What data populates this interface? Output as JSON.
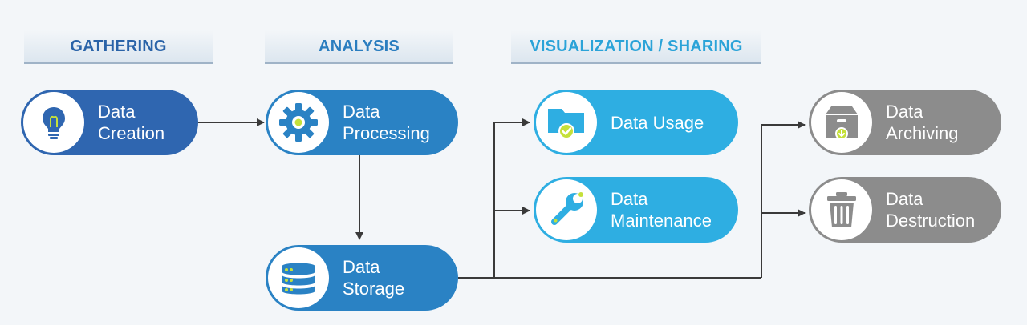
{
  "phases": {
    "gathering": "GATHERING",
    "analysis": "ANALYSIS",
    "visualization": "VISUALIZATION / SHARING"
  },
  "nodes": {
    "creation": {
      "label": "Data\nCreation",
      "icon": "lightbulb-icon"
    },
    "processing": {
      "label": "Data\nProcessing",
      "icon": "gear-icon"
    },
    "storage": {
      "label": "Data\nStorage",
      "icon": "database-icon"
    },
    "usage": {
      "label": "Data Usage",
      "icon": "folder-check-icon"
    },
    "maintenance": {
      "label": "Data\nMaintenance",
      "icon": "wrench-icon"
    },
    "archiving": {
      "label": "Data\nArchiving",
      "icon": "archive-box-icon"
    },
    "destruction": {
      "label": "Data\nDestruction",
      "icon": "trash-can-icon"
    }
  },
  "colors": {
    "gathering": "#2f66b0",
    "analysis": "#2a82c4",
    "visualization": "#2eaee2",
    "end_of_life": "#8c8c8c",
    "accent": "#c5e03a",
    "connector": "#3a3a3a",
    "background": "#f3f6f9"
  }
}
